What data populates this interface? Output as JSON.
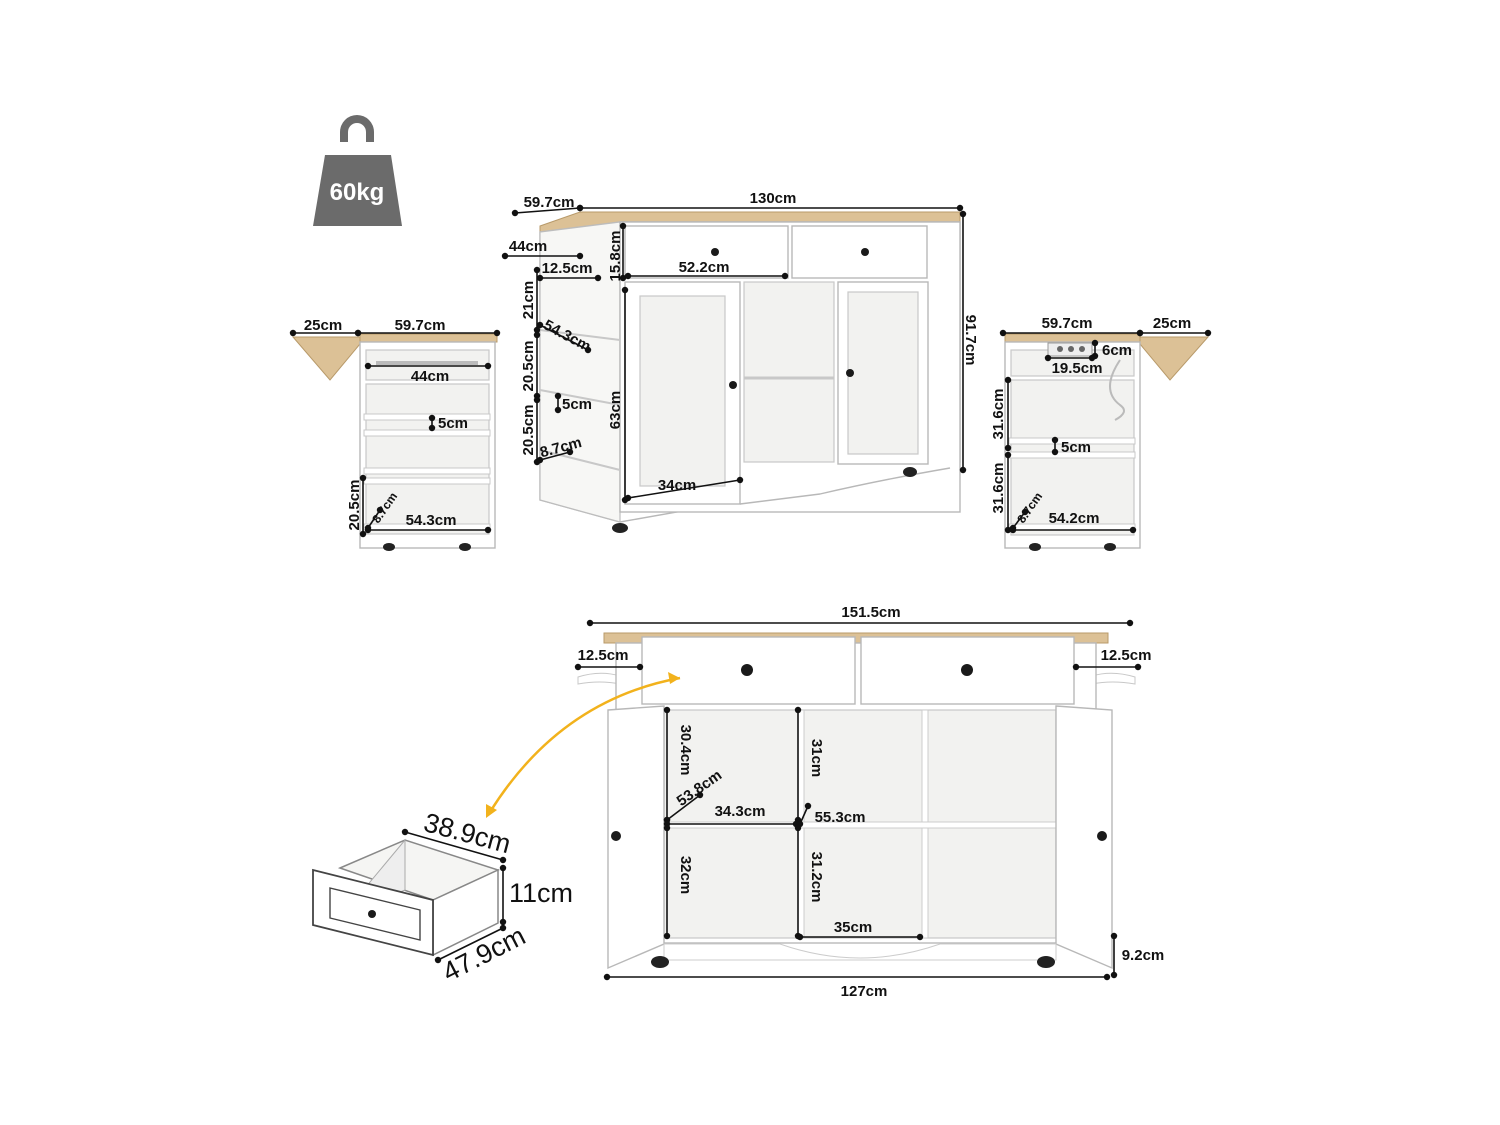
{
  "weight": {
    "label": "60kg",
    "icon": "weight-icon"
  },
  "colors": {
    "cabinet": "#ffffff",
    "wood_top": "#dcc196",
    "weight_icon": "#6b6b6b",
    "arrow": "#f2b21c",
    "dimension_lines": "#111111"
  },
  "front_view": {
    "depth": "59.7cm",
    "width": "130cm",
    "rail_depth": "44cm",
    "drawer_height": "15.8cm",
    "rail_width": "12.5cm",
    "drawer_width": "52.2cm",
    "height": "91.7cm",
    "shelf_21": "21cm",
    "shelf_depth": "54.3cm",
    "shelf_20_5_a": "20.5cm",
    "shelf_gap": "5cm",
    "shelf_20_5_b": "20.5cm",
    "shelf_edge": "8.7cm",
    "door_height": "63cm",
    "door_width": "34cm"
  },
  "left_view": {
    "flap": "25cm",
    "depth": "59.7cm",
    "rail": "44cm",
    "gap": "5cm",
    "shelf_height": "20.5cm",
    "edge": "8.7cm",
    "shelf_depth": "54.3cm"
  },
  "right_view": {
    "depth": "59.7cm",
    "flap": "25cm",
    "socket_height": "6cm",
    "socket_width": "19.5cm",
    "upper_height": "31.6cm",
    "gap": "5cm",
    "lower_height": "31.6cm",
    "edge": "8.7cm",
    "shelf_depth": "54.2cm"
  },
  "open_view": {
    "top_width": "151.5cm",
    "left_overhang": "12.5cm",
    "right_overhang": "12.5cm",
    "upper_left_height": "30.4cm",
    "upper_mid_height": "31cm",
    "diag_depth": "53.8cm",
    "left_width": "34.3cm",
    "mid_depth": "55.3cm",
    "lower_left_height": "32cm",
    "lower_mid_height": "31.2cm",
    "mid_width": "35cm",
    "foot_height": "9.2cm",
    "base_width": "127cm"
  },
  "drawer": {
    "width": "38.9cm",
    "height": "11cm",
    "depth": "47.9cm"
  }
}
